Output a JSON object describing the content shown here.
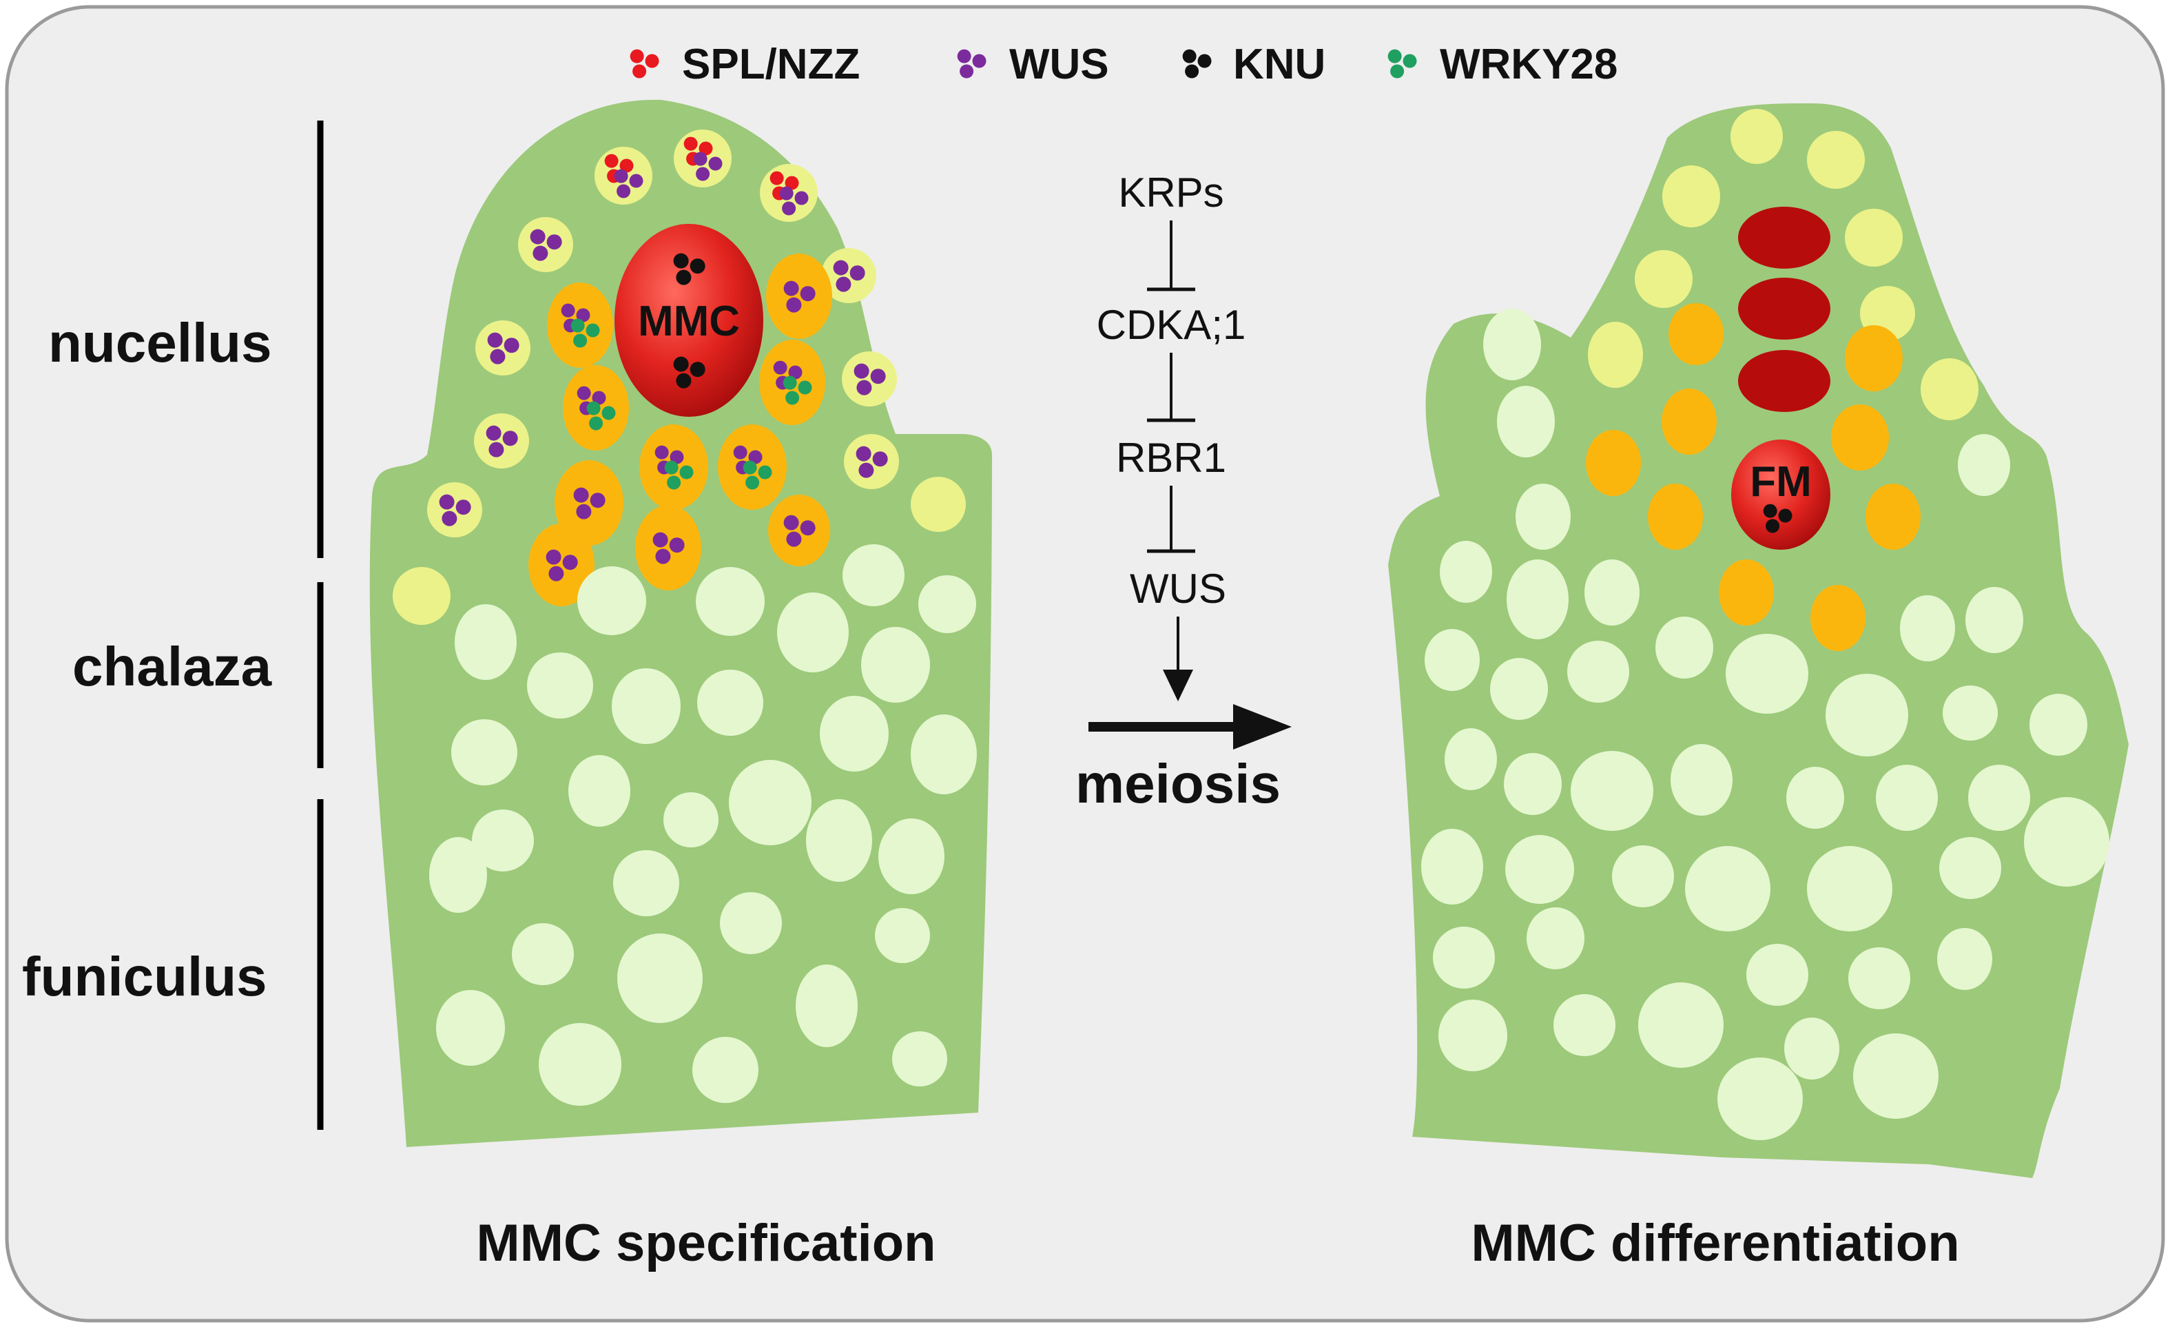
{
  "legend": [
    {
      "label": "SPL/NZZ",
      "color": "#e8191f"
    },
    {
      "label": "WUS",
      "color": "#7c2b9c"
    },
    {
      "label": "KNU",
      "color": "#111111"
    },
    {
      "label": "WRKY28",
      "color": "#1fa060"
    }
  ],
  "regions": [
    "nucellus",
    "chalaza",
    "funiculus"
  ],
  "left_panel": {
    "caption": "MMC specification",
    "cell_label": "MMC"
  },
  "right_panel": {
    "caption": "MMC differentiation",
    "cell_label": "FM"
  },
  "pathway": {
    "steps": [
      "KRPs",
      "CDKA;1",
      "RBR1",
      "WUS"
    ],
    "output": "meiosis"
  },
  "colors": {
    "background": "#eeeeee",
    "tissue": "#9dc97a",
    "cell_pale": "#e4f7cf",
    "cell_yellow": "#ebf28a",
    "cell_orange": "#fbb60e",
    "mmc_red": "#e2241f",
    "degenerating": "#b70c0c"
  }
}
